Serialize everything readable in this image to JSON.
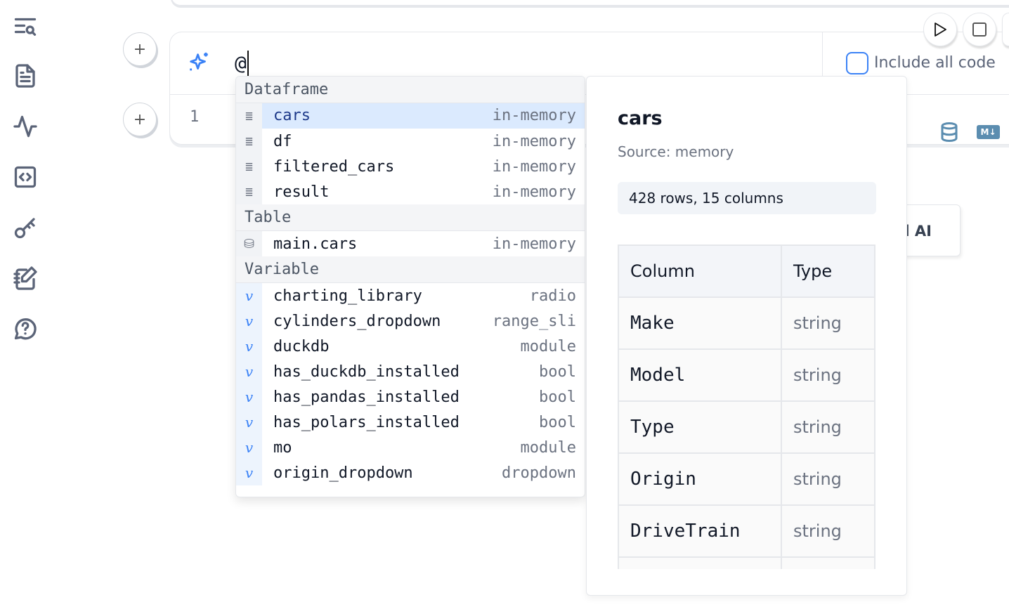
{
  "sidebar": {
    "items": [
      {
        "icon": "search-list-icon"
      },
      {
        "icon": "file-text-icon"
      },
      {
        "icon": "activity-icon"
      },
      {
        "icon": "code-square-icon"
      },
      {
        "icon": "key-icon"
      },
      {
        "icon": "notebook-pen-icon"
      },
      {
        "icon": "help-circle-icon"
      }
    ]
  },
  "cell": {
    "input_value": "@",
    "line_number": "1",
    "include_all_code_label": "Include all code",
    "include_all_code_checked": false
  },
  "ai_button_partial": "l AI",
  "dropdown": {
    "sections": [
      {
        "title": "Dataframe",
        "items": [
          {
            "name": "cars",
            "type": "in-memory",
            "selected": true
          },
          {
            "name": "df",
            "type": "in-memory"
          },
          {
            "name": "filtered_cars",
            "type": "in-memory"
          },
          {
            "name": "result",
            "type": "in-memory"
          }
        ]
      },
      {
        "title": "Table",
        "items": [
          {
            "name": "main.cars",
            "type": "in-memory"
          }
        ]
      },
      {
        "title": "Variable",
        "items": [
          {
            "name": "charting_library",
            "type": "radio"
          },
          {
            "name": "cylinders_dropdown",
            "type": "range_sli"
          },
          {
            "name": "duckdb",
            "type": "module"
          },
          {
            "name": "has_duckdb_installed",
            "type": "bool"
          },
          {
            "name": "has_pandas_installed",
            "type": "bool"
          },
          {
            "name": "has_polars_installed",
            "type": "bool"
          },
          {
            "name": "mo",
            "type": "module"
          },
          {
            "name": "origin_dropdown",
            "type": "dropdown"
          }
        ]
      }
    ]
  },
  "detail": {
    "title": "cars",
    "source": "Source: memory",
    "summary": "428 rows, 15 columns",
    "headers": [
      "Column",
      "Type"
    ],
    "rows": [
      [
        "Make",
        "string"
      ],
      [
        "Model",
        "string"
      ],
      [
        "Type",
        "string"
      ],
      [
        "Origin",
        "string"
      ],
      [
        "DriveTrain",
        "string"
      ]
    ]
  },
  "colors": {
    "accent": "#3b82f6",
    "selected": "#dbeafe",
    "icon": "#5b6478"
  }
}
